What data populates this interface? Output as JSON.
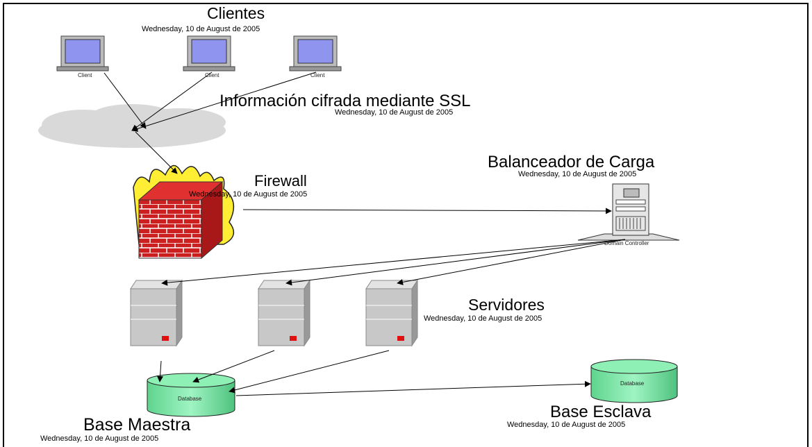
{
  "clients": {
    "title": "Clientes",
    "date": "Wednesday, 10 de August de 2005",
    "items": [
      "Client",
      "Client",
      "Client"
    ]
  },
  "ssl": {
    "title": "Información cifrada  mediante SSL",
    "date": "Wednesday, 10 de August de 2005"
  },
  "firewall": {
    "title": "Firewall",
    "date": "Wednesday, 10 de August de 2005"
  },
  "balancer": {
    "title": "Balanceador de Carga",
    "date": "Wednesday, 10 de August de 2005",
    "device_label": "Domain Controller"
  },
  "servers": {
    "title": "Servidores",
    "date": "Wednesday, 10 de August de 2005"
  },
  "master_db": {
    "title": "Base Maestra",
    "date": "Wednesday, 10 de August de 2005",
    "cylinder_label": "Database"
  },
  "slave_db": {
    "title": "Base Esclava",
    "date": "Wednesday, 10 de August de 2005",
    "cylinder_label": "Database"
  },
  "colors": {
    "monitor_screen": "#8f95ee",
    "cloud": "#d8d8d8",
    "brick": "#cc2222",
    "flame": "#ffee33",
    "server_body": "#c8c8c8",
    "server_led": "#e01010",
    "db_fill": "#7ce8a8"
  }
}
